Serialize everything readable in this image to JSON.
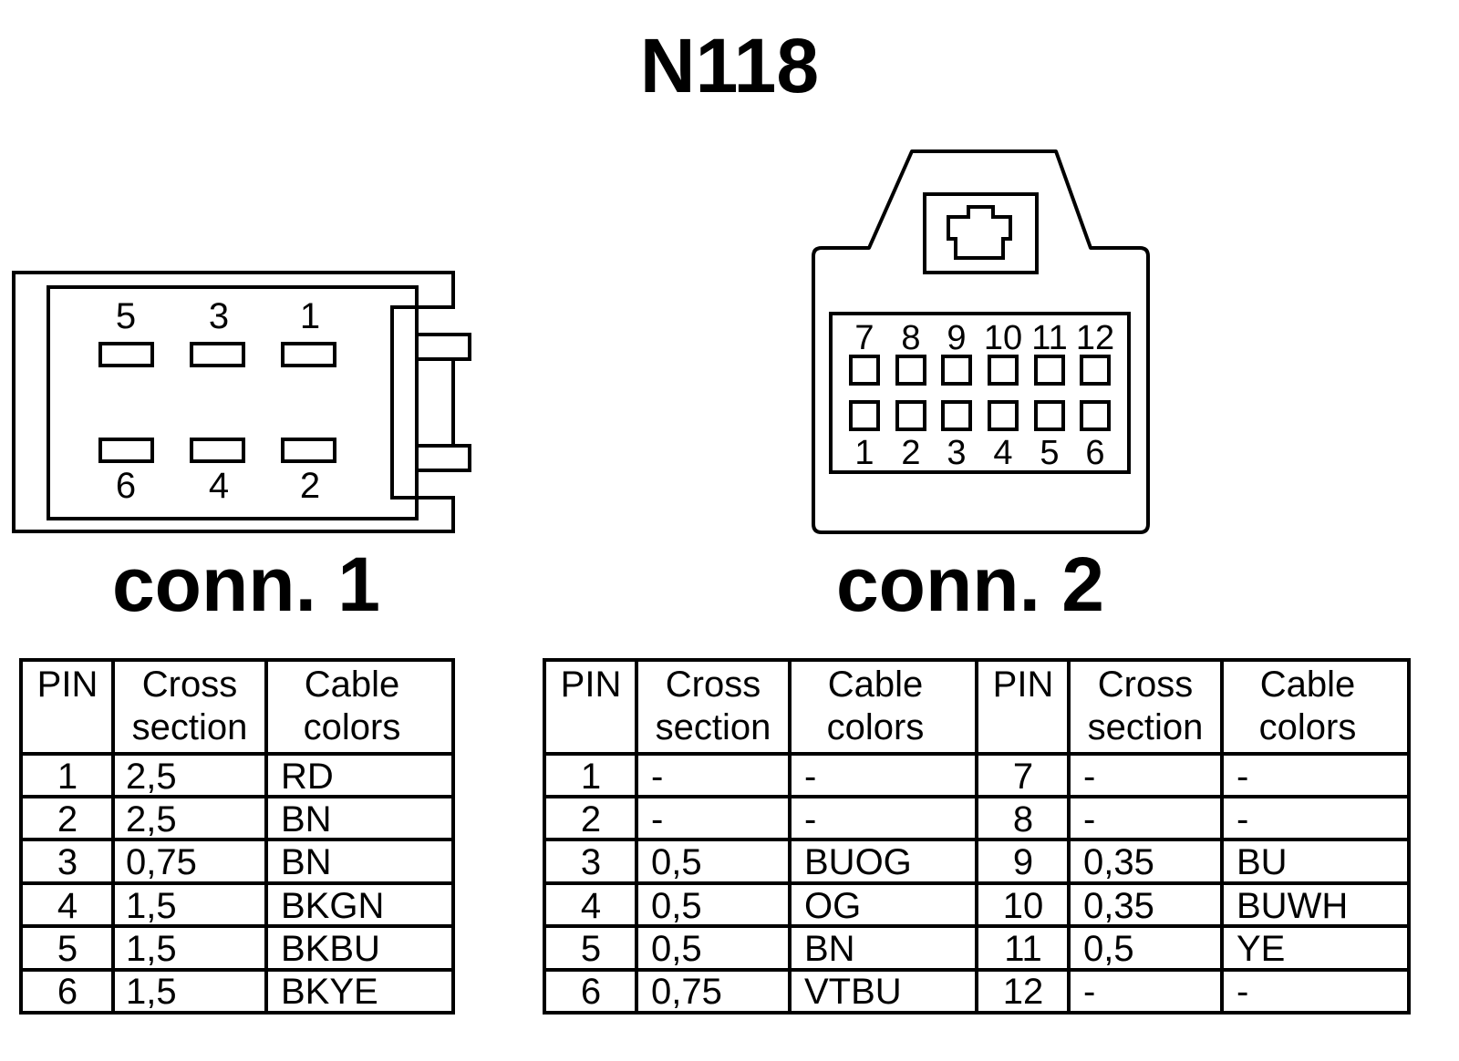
{
  "title": "N118",
  "connector1": {
    "label": "conn. 1",
    "top_pins": [
      "5",
      "3",
      "1"
    ],
    "bottom_pins": [
      "6",
      "4",
      "2"
    ]
  },
  "connector2": {
    "label": "conn. 2",
    "top_pins": [
      "7",
      "8",
      "9",
      "10",
      "11",
      "12"
    ],
    "bottom_pins": [
      "1",
      "2",
      "3",
      "4",
      "5",
      "6"
    ]
  },
  "table1": {
    "headers": {
      "pin": "PIN",
      "cross_line1": "Cross",
      "cross_line2": "section",
      "cable_line1": "Cable",
      "cable_line2": "colors"
    },
    "rows": [
      [
        "1",
        "2,5",
        "RD"
      ],
      [
        "2",
        "2,5",
        "BN"
      ],
      [
        "3",
        "0,75",
        "BN"
      ],
      [
        "4",
        "1,5",
        "BKGN"
      ],
      [
        "5",
        "1,5",
        "BKBU"
      ],
      [
        "6",
        "1,5",
        "BKYE"
      ]
    ]
  },
  "table2": {
    "headers": {
      "pin": "PIN",
      "cross_line1": "Cross",
      "cross_line2": "section",
      "cable_line1": "Cable",
      "cable_line2": "colors"
    },
    "rows": [
      [
        "1",
        "-",
        "-",
        "7",
        "-",
        "-"
      ],
      [
        "2",
        "-",
        "-",
        "8",
        "-",
        "-"
      ],
      [
        "3",
        "0,5",
        "BUOG",
        "9",
        "0,35",
        "BU"
      ],
      [
        "4",
        "0,5",
        "OG",
        "10",
        "0,35",
        "BUWH"
      ],
      [
        "5",
        "0,5",
        "BN",
        "11",
        "0,5",
        "YE"
      ],
      [
        "6",
        "0,75",
        "VTBU",
        "12",
        "-",
        "-"
      ]
    ]
  }
}
